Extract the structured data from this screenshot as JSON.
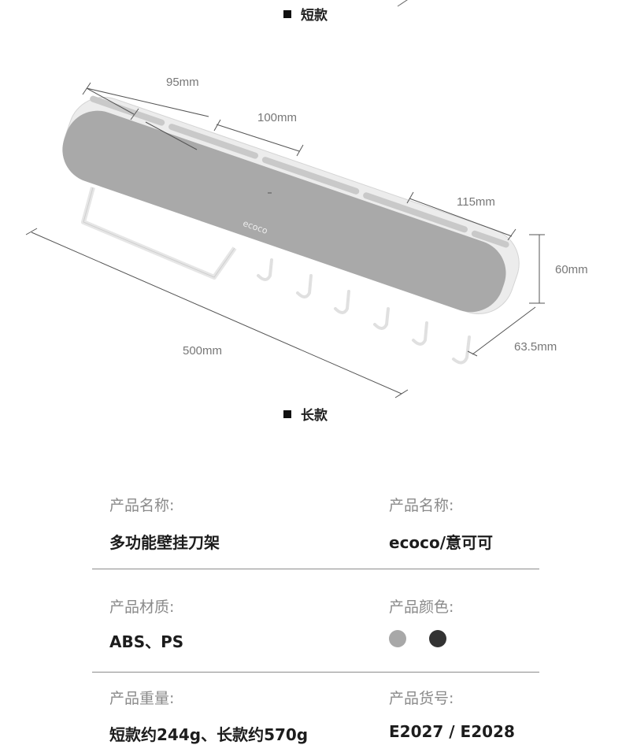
{
  "variants": {
    "short": "短款",
    "long": "长款"
  },
  "product_image": {
    "brand_logo": "ecoco",
    "dimensions": {
      "slot1": "95mm",
      "slot2": "100mm",
      "slot3": "115mm",
      "length": "500mm",
      "height": "60mm",
      "depth": "63.5mm"
    }
  },
  "specs": [
    {
      "label": "产品名称:",
      "value": "多功能壁挂刀架"
    },
    {
      "label": "产品名称:",
      "value": "ecoco/意可可"
    },
    {
      "label": "产品材质:",
      "value": "ABS、PS"
    },
    {
      "label": "产品颜色:",
      "colors": [
        "#a8a8a8",
        "#333333"
      ]
    },
    {
      "label": "产品重量:",
      "value": "短款约244g、长款约570g"
    },
    {
      "label": "产品货号:",
      "value": "E2027 / E2028"
    }
  ]
}
